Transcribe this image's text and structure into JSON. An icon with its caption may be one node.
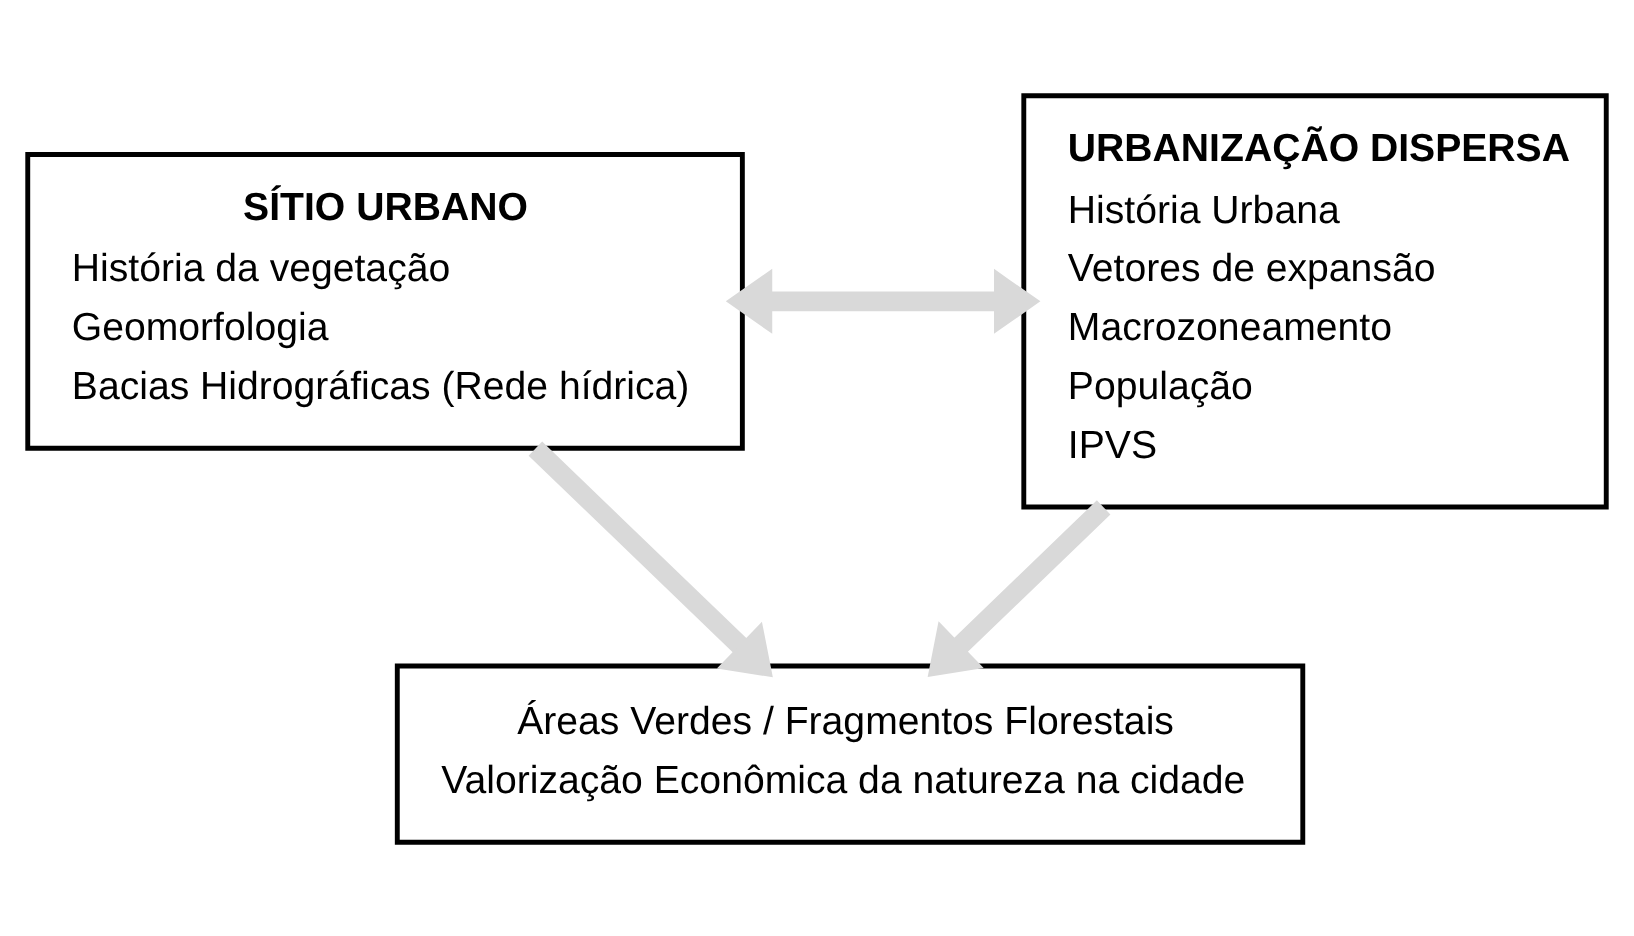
{
  "diagram": {
    "nodes": [
      {
        "text": [
          "SÍTIO URBANO",
          "História da vegetação",
          "Geomorfologia",
          "Bacias Hidrográficas (Rede hídrica)"
        ]
      },
      {
        "text": [
          "URBANIZAÇÃO DISPERSA",
          "História Urbana",
          "Vetores de expansão",
          "Macrozoneamento",
          "População",
          "IPVS"
        ]
      },
      {
        "text": [
          "Áreas Verdes / Fragmentos Florestais",
          "Valorização Econômica da natureza na cidade"
        ]
      }
    ],
    "edges": [
      {
        "from": 0,
        "to": 1,
        "arrow": "both"
      },
      {
        "from": 0,
        "to": 2,
        "arrow": "to"
      },
      {
        "from": 1,
        "to": 2,
        "arrow": "to"
      }
    ]
  }
}
